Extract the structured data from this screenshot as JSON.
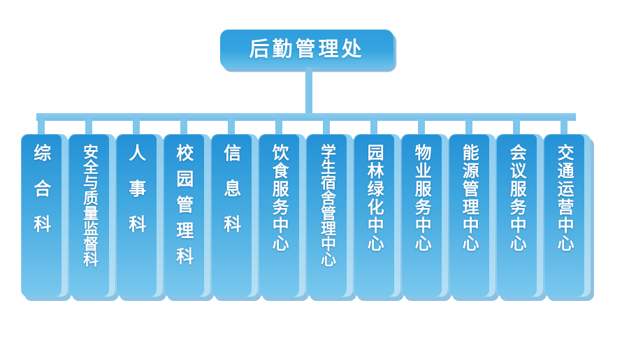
{
  "org_chart": {
    "root": {
      "label": "后勤管理处",
      "accent_color": "#35a5e0"
    },
    "connector_color": "#80c5ea",
    "departments": [
      {
        "label": "综合科",
        "chars": 3
      },
      {
        "label": "安全与质量监督科",
        "chars": 8
      },
      {
        "label": "人事科",
        "chars": 3
      },
      {
        "label": "校园管理科",
        "chars": 5
      },
      {
        "label": "信息科",
        "chars": 3
      },
      {
        "label": "饮食服务中心",
        "chars": 6
      },
      {
        "label": "学生宿舍管理中心",
        "chars": 8
      },
      {
        "label": "园林绿化中心",
        "chars": 6
      },
      {
        "label": "物业服务中心",
        "chars": 6
      },
      {
        "label": "能源管理中心",
        "chars": 6
      },
      {
        "label": "会议服务中心",
        "chars": 6
      },
      {
        "label": "交通运营中心",
        "chars": 6
      }
    ]
  }
}
